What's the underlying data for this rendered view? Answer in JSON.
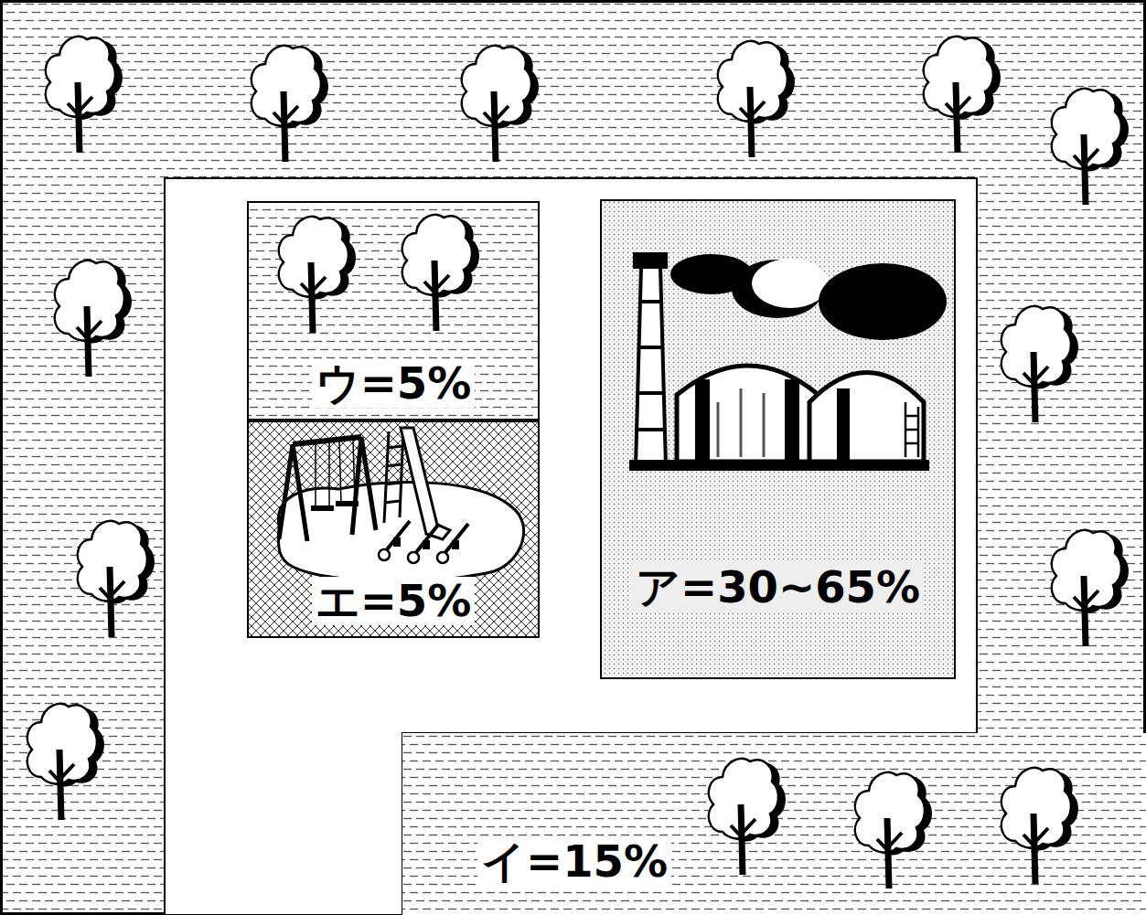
{
  "diagram": {
    "nodes": [
      {
        "text": [
          "ウ=5%"
        ]
      },
      {
        "text": [
          "エ=5%"
        ]
      },
      {
        "text": [
          "ア=30~65%"
        ]
      },
      {
        "text": [
          "イ=15%"
        ]
      }
    ]
  }
}
